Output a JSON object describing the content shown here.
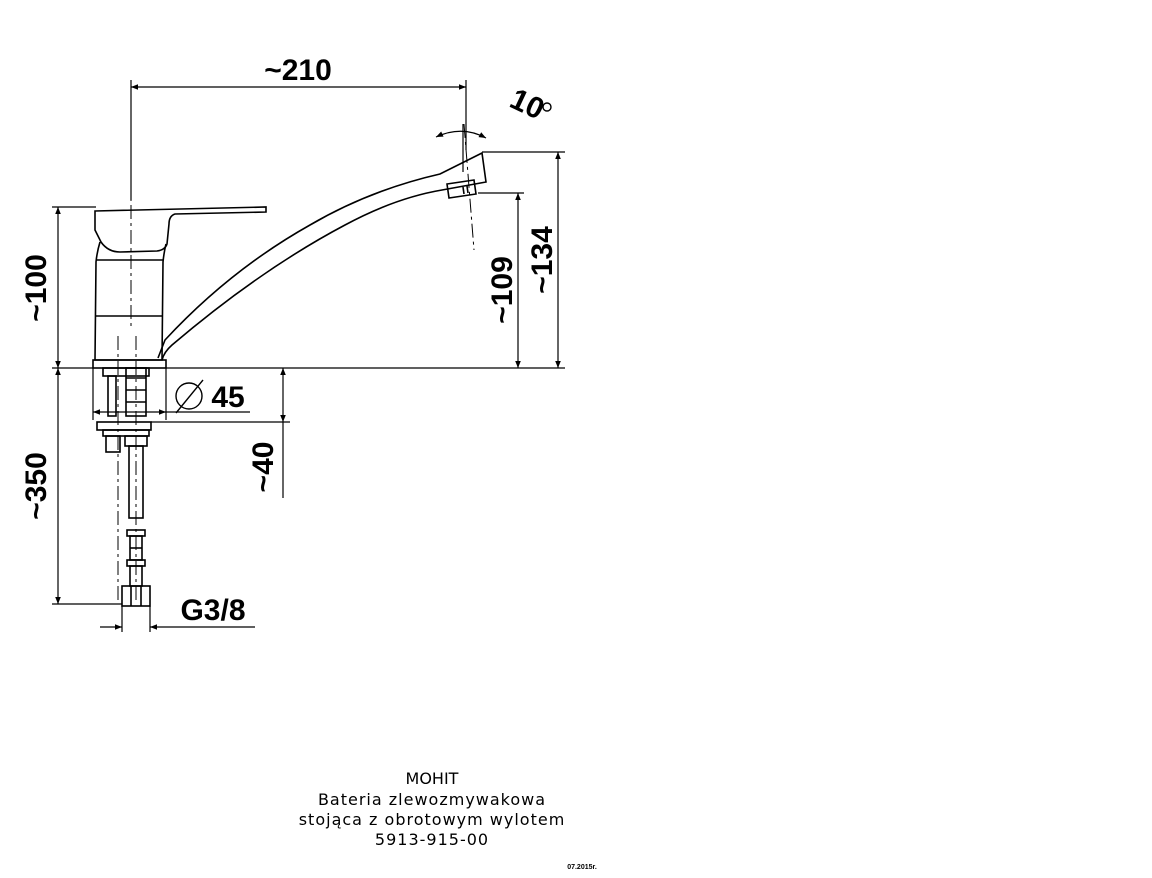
{
  "dimensions": {
    "spout_reach": "~210",
    "angle": "10",
    "angle_unit": "°",
    "body_height": "~100",
    "outlet_height": "~109",
    "spout_height": "~134",
    "diameter": "45",
    "hose_length": "~350",
    "mount_depth": "~40",
    "thread": "G3/8"
  },
  "title_block": {
    "line1": "MOHIT",
    "line2": "Bateria zlewozmywakowa",
    "line3": "stojąca z obrotowym wylotem",
    "line4": "5913-915-00",
    "date": "07.2015r."
  }
}
